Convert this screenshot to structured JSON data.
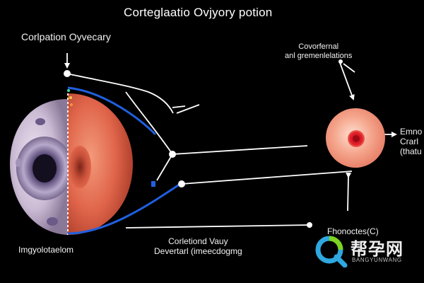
{
  "diagram": {
    "title": "Corteglaatio Ovjyory potion",
    "labels": {
      "top_left": "Corlpation Oyvecary",
      "top_right_line1": "Covorfernal",
      "top_right_line2": "anl gremenlelations",
      "right_line1": "Emno",
      "right_line2": "Crarl",
      "right_line3": "(thatu",
      "bottom_left": "Imgyolotaelom",
      "bottom_middle_line1": "Corletiond Vauy",
      "bottom_middle_line2": "Devertarl (imeecdogmg",
      "bottom_right": "Fhonoctes(C)"
    },
    "colors": {
      "background": "#000000",
      "left_cell_outer": "#d9cde0",
      "left_cell_nucleus": "#3a2f4e",
      "half_sphere": "#e0654a",
      "small_sphere": "#f3a48c",
      "small_sphere_core": "#e0202a",
      "blue_path": "#2060e0",
      "line": "#ffffff"
    }
  },
  "watermark": {
    "cn": "帮孕网",
    "en": "BANGYUNWANG"
  }
}
